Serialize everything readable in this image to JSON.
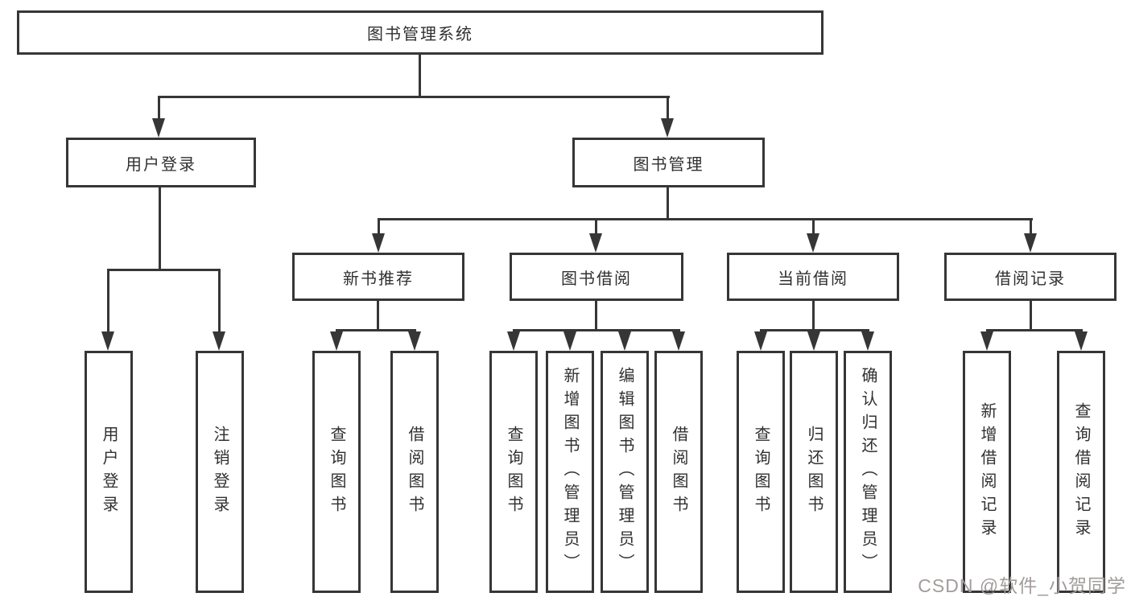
{
  "diagram": {
    "type": "function-structure-tree",
    "tree": {
      "root": {
        "label": "图书管理系统"
      },
      "children": [
        {
          "label": "用户登录",
          "children": [
            {
              "label": "用户登录"
            },
            {
              "label": "注销登录"
            }
          ]
        },
        {
          "label": "图书管理",
          "children": [
            {
              "label": "新书推荐",
              "children": [
                {
                  "label": "查询图书"
                },
                {
                  "label": "借阅图书"
                }
              ]
            },
            {
              "label": "图书借阅",
              "children": [
                {
                  "label": "查询图书"
                },
                {
                  "label": "新增图书（管理员）"
                },
                {
                  "label": "编辑图书（管理员）"
                },
                {
                  "label": "借阅图书"
                }
              ]
            },
            {
              "label": "当前借阅",
              "children": [
                {
                  "label": "查询图书"
                },
                {
                  "label": "归还图书"
                },
                {
                  "label": "确认归还（管理员）"
                }
              ]
            },
            {
              "label": "借阅记录",
              "children": [
                {
                  "label": "新增借阅记录"
                },
                {
                  "label": "查询借阅记录"
                }
              ]
            }
          ]
        }
      ]
    },
    "colors": {
      "line": "#363636",
      "text": "#303030",
      "background": "#ffffff",
      "watermark": "#a39b9b"
    }
  },
  "watermark": {
    "text": "CSDN @软件_小贺同学"
  }
}
